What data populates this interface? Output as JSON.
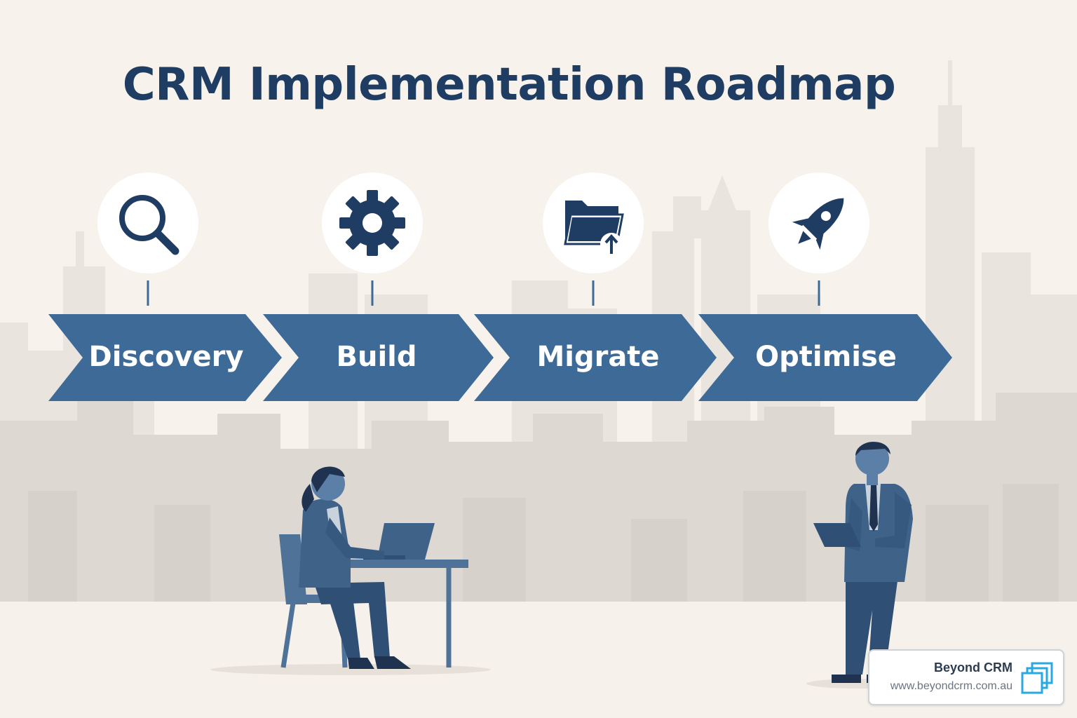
{
  "title": "CRM Implementation Roadmap",
  "steps": [
    {
      "label": "Discovery",
      "icon": "magnifier-icon"
    },
    {
      "label": "Build",
      "icon": "gear-icon"
    },
    {
      "label": "Migrate",
      "icon": "folder-upload-icon"
    },
    {
      "label": "Optimise",
      "icon": "rocket-icon"
    }
  ],
  "badge": {
    "name": "Beyond CRM",
    "url": "www.beyondcrm.com.au"
  },
  "colors": {
    "background": "#f7f2ec",
    "title": "#1f3d63",
    "chevron": "#3d6a97",
    "icon": "#1f3d63",
    "skyline": "#dcd7d1",
    "people": "#3f6288",
    "logo": "#29a9e1"
  }
}
